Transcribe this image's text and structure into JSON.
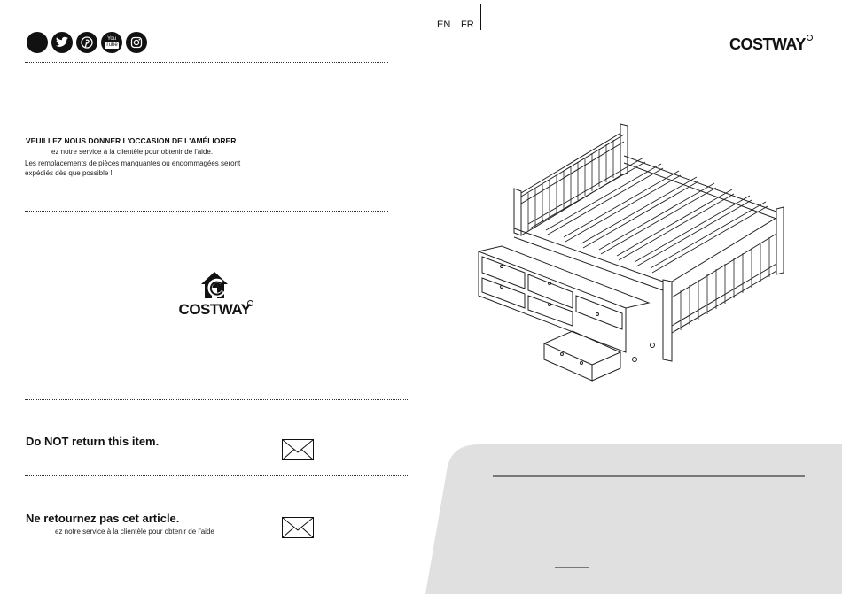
{
  "header": {
    "lang_en": "EN",
    "lang_fr": "FR",
    "brand": "COSTWAY"
  },
  "social": {
    "icons": [
      "facebook-icon",
      "twitter-icon",
      "pinterest-icon",
      "youtube-icon",
      "instagram-icon"
    ],
    "youtube_text_top": "You",
    "youtube_text_bottom": "Tube"
  },
  "feedback": {
    "heading": "VEUILLEZ NOUS DONNER L'OCCASION DE L'AMÉLIORER",
    "line1": "ez notre service à la clientèle pour obtenir de l'aide.",
    "line2": "Les remplacements de pièces manquantes ou endommagées seront",
    "line3": "expédiés dès que possible !"
  },
  "center_logo": {
    "brand": "COSTWAY"
  },
  "return_en": {
    "title": "Do NOT return this item."
  },
  "return_fr": {
    "title": "Ne retournez pas cet article.",
    "subtitle": "ez notre service à la clientèle pour obtenir de l'aide"
  },
  "colors": {
    "panel_gray": "#e0e0e0",
    "ink": "#111111"
  }
}
